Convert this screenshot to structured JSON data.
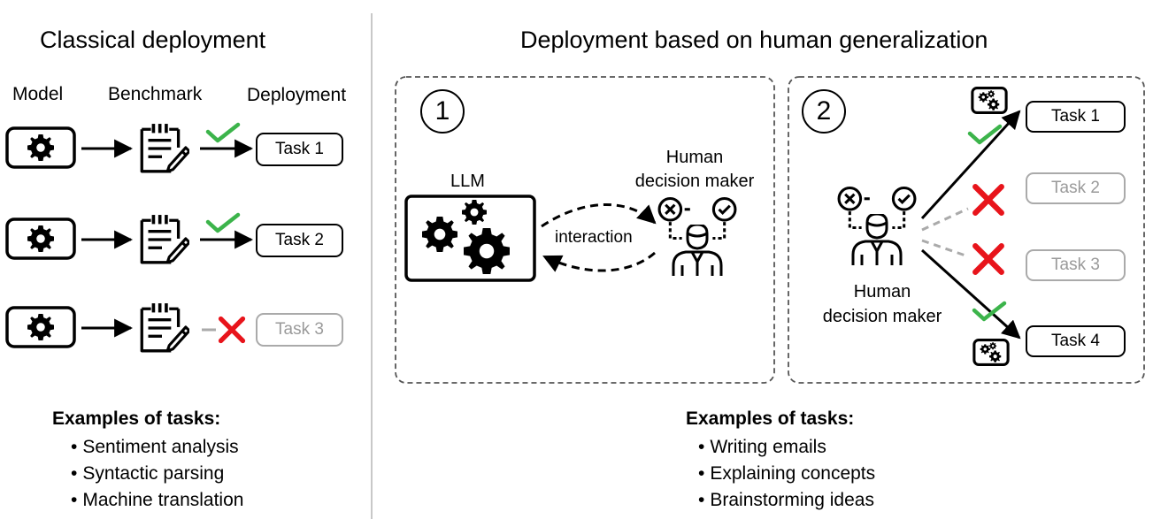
{
  "left": {
    "title": "Classical deployment",
    "headers": {
      "model": "Model",
      "benchmark": "Benchmark",
      "deployment": "Deployment"
    },
    "rows": [
      {
        "task": "Task 1",
        "status": "check"
      },
      {
        "task": "Task 2",
        "status": "check"
      },
      {
        "task": "Task 3",
        "status": "cross"
      }
    ],
    "examples": {
      "title": "Examples of tasks:",
      "items": [
        "Sentiment analysis",
        "Syntactic parsing",
        "Machine translation"
      ]
    }
  },
  "right": {
    "title": "Deployment based on human generalization",
    "panel1": {
      "number": "1",
      "llm_label": "LLM",
      "human_label_line1": "Human",
      "human_label_line2": "decision maker",
      "interaction_label": "interaction"
    },
    "panel2": {
      "number": "2",
      "human_label_line1": "Human",
      "human_label_line2": "decision maker",
      "tasks": [
        {
          "label": "Task 1",
          "status": "check"
        },
        {
          "label": "Task 2",
          "status": "cross"
        },
        {
          "label": "Task 3",
          "status": "cross"
        },
        {
          "label": "Task 4",
          "status": "check"
        }
      ]
    },
    "examples": {
      "title": "Examples of tasks:",
      "items": [
        "Writing emails",
        "Explaining concepts",
        "Brainstorming ideas"
      ]
    }
  },
  "colors": {
    "check": "#3cb44b",
    "cross": "#e8141b",
    "muted": "#aaaaaa"
  }
}
